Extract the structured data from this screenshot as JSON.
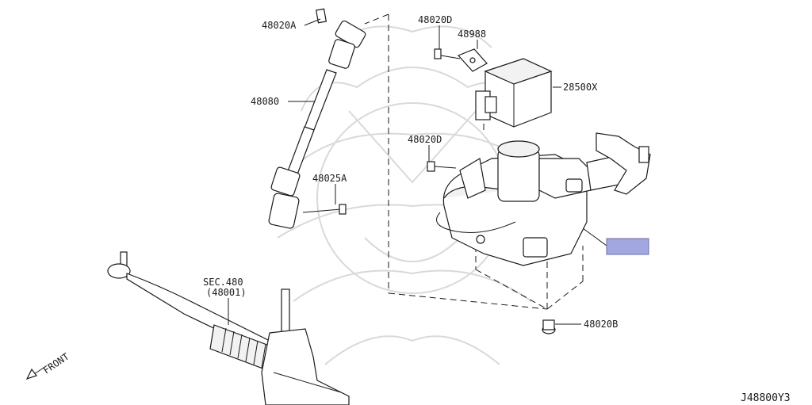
{
  "diagram": {
    "labels": {
      "p48020a": "48020A",
      "p48080": "48080",
      "p48025a": "48025A",
      "p48020d_top": "48020D",
      "p48988": "48988",
      "p28500x": "28500X",
      "p48020d_mid": "48020D",
      "p48020b": "48020B",
      "sec": "SEC.480",
      "sec_ref": "(48001)",
      "front": "FRONT"
    },
    "highlight_color": "#a3a7e0",
    "diagram_code": "J48800Y3"
  }
}
